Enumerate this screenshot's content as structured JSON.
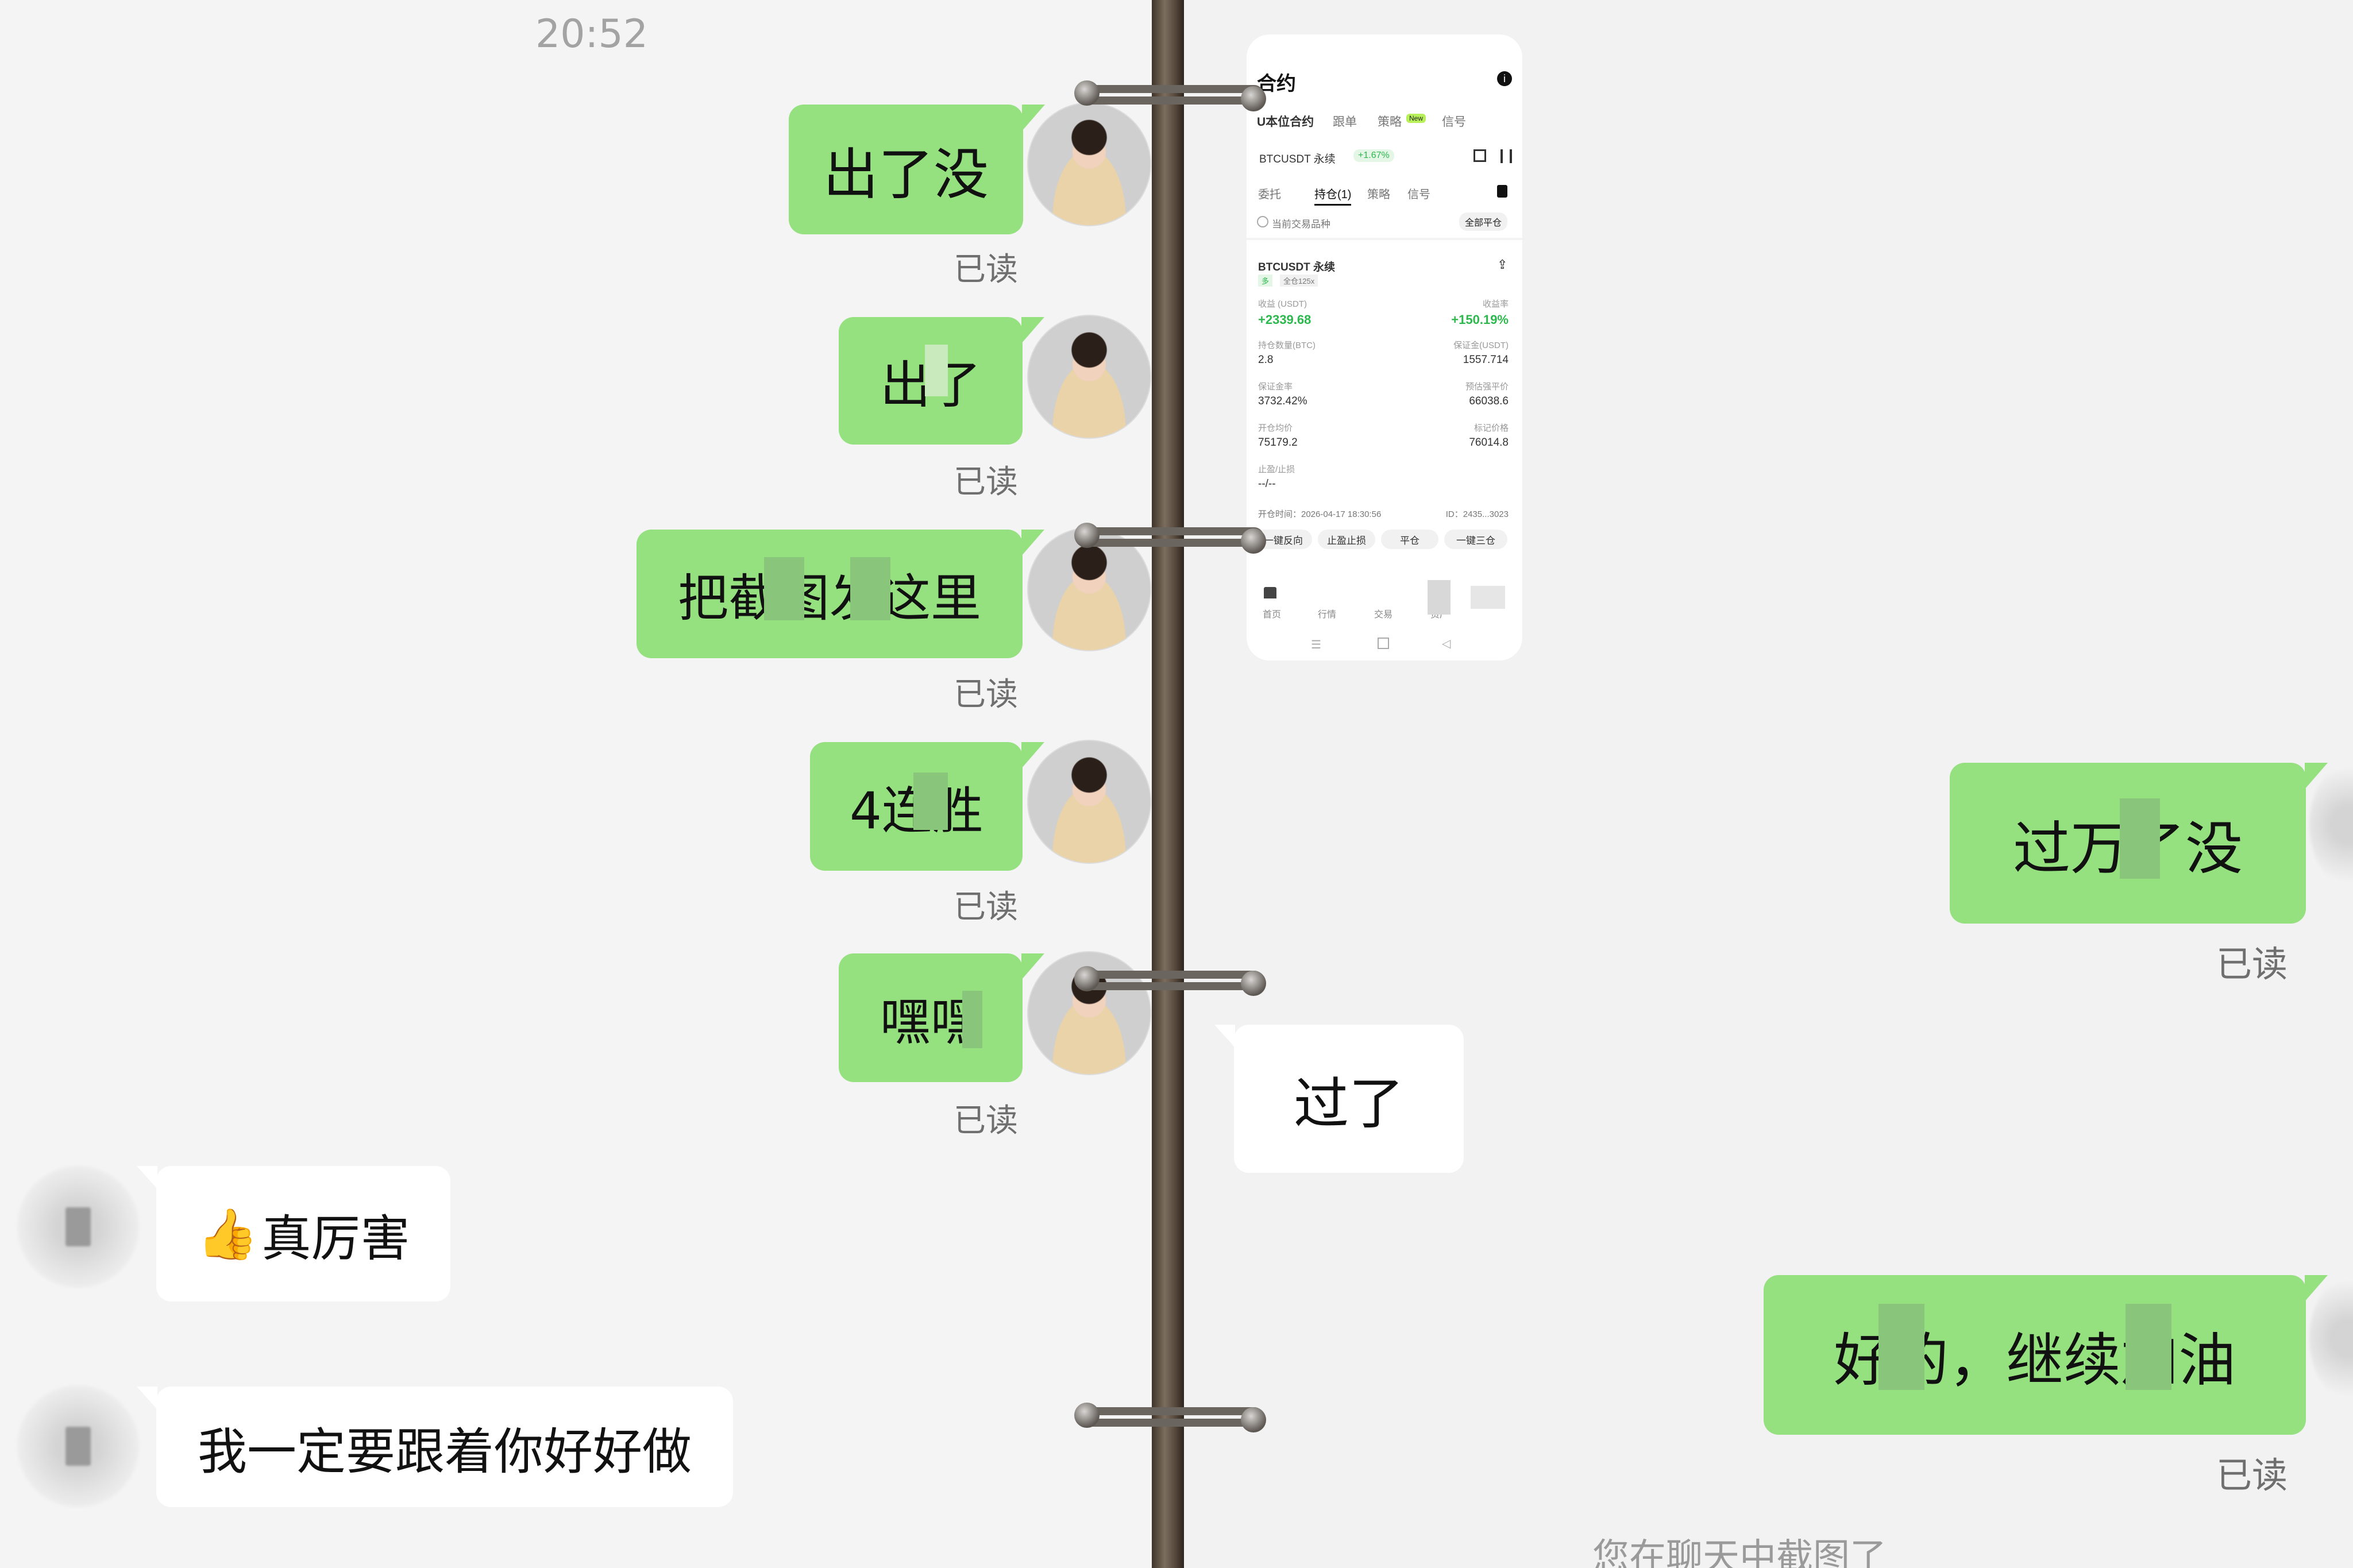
{
  "timestamp": "20:52",
  "left_chat": {
    "sent": [
      {
        "text": "出了没",
        "status": "已读"
      },
      {
        "text": "出了",
        "status": "已读"
      },
      {
        "text": "把截图发这里",
        "status": "已读"
      },
      {
        "text": "4连胜",
        "status": "已读"
      },
      {
        "text": "嘿嘿",
        "status": "已读"
      }
    ],
    "received": [
      {
        "emoji": "👍",
        "text": "真厉害"
      },
      {
        "text": "我一定要跟着你好好做"
      }
    ]
  },
  "right_chat": {
    "received": [
      {
        "text": "过了"
      }
    ],
    "sent": [
      {
        "text": "过万了没",
        "status": "已读"
      },
      {
        "text": "好的，继续加油",
        "status": "已读"
      }
    ],
    "system_notice": "您在聊天中截图了"
  },
  "phone_screenshot": {
    "page_title": "合约",
    "top_tabs": [
      "U本位合约",
      "跟单",
      "策略",
      "信号"
    ],
    "new_badge": "New",
    "symbol": "BTCUSDT 永续",
    "change": "+1.67%",
    "sub_tabs": [
      "委托",
      "持仓(1)",
      "策略",
      "信号"
    ],
    "filter_label": "当前交易品种",
    "close_all": "全部平仓",
    "position": {
      "name": "BTCUSDT 永续",
      "tags": [
        "多",
        "全仓125x"
      ],
      "pnl_label": "收益 (USDT)",
      "pnl": "+2339.68",
      "roi_label": "收益率",
      "roi": "+150.19%",
      "qty_label": "持仓数量(BTC)",
      "qty": "2.8",
      "margin_label": "保证金(USDT)",
      "margin": "1557.714",
      "ratio_label": "保证金率",
      "ratio": "3732.42%",
      "liq_label": "预估强平价",
      "liq": "66038.6",
      "entry_label": "开仓均价",
      "entry": "75179.2",
      "mark_label": "标记价格",
      "mark": "76014.8",
      "tpsl_label": "止盈/止损",
      "tpsl": "--/--",
      "open_time": "开仓时间：2026-04-17 18:30:56",
      "id": "ID：2435...3023"
    },
    "actions": [
      "一键反向",
      "止盈止损",
      "平仓",
      "一键三仓"
    ],
    "bottom_nav": [
      "首页",
      "行情",
      "交易",
      "资产"
    ]
  },
  "colors": {
    "sent_bubble": "#95e07f",
    "received_bubble": "#ffffff",
    "profit": "#2db84d"
  }
}
